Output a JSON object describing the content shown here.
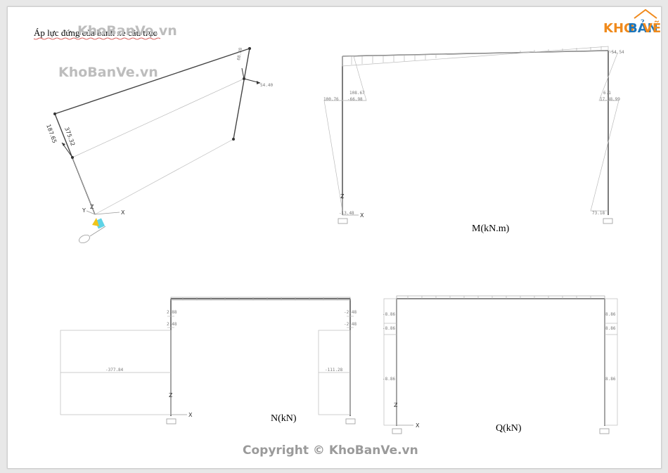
{
  "page_title": "Áp lực đứng của bánh xe cầu trục",
  "watermarks": {
    "top": "KhoBanVe.vn",
    "left": "KhoBanVe.vn",
    "copyright": "Copyright © KhoBanVe.vn"
  },
  "logo": {
    "part1": "KHO",
    "part2": "BẢN",
    "part3": "VẼ"
  },
  "geometry_view": {
    "labels": [
      "187.65",
      "375.32",
      "68.88",
      "54.40"
    ],
    "axes": [
      "X",
      "Y",
      "Z"
    ]
  },
  "moment_diagram": {
    "caption": "M(kN.m)",
    "labels": [
      "108.67",
      "-66.98",
      "100.76",
      "-54.54",
      "6.1",
      "17.88.99",
      "-13.48",
      "73.18"
    ],
    "axes": [
      "X",
      "Z"
    ]
  },
  "axial_diagram": {
    "caption": "N(kN)",
    "labels": [
      "2.88",
      "2.48",
      "-377.84",
      "-2.48",
      "-2.48",
      "-111.28"
    ],
    "axes": [
      "X",
      "Z"
    ]
  },
  "shear_diagram": {
    "caption": "Q(kN)",
    "labels": [
      "-8.86",
      "-8.86",
      "-8.86",
      "8.86",
      "8.86",
      "8.86"
    ],
    "axes": [
      "X",
      "Z"
    ]
  },
  "colors": {
    "logo_orange": "#f08a1c",
    "logo_blue": "#1b75bb"
  }
}
